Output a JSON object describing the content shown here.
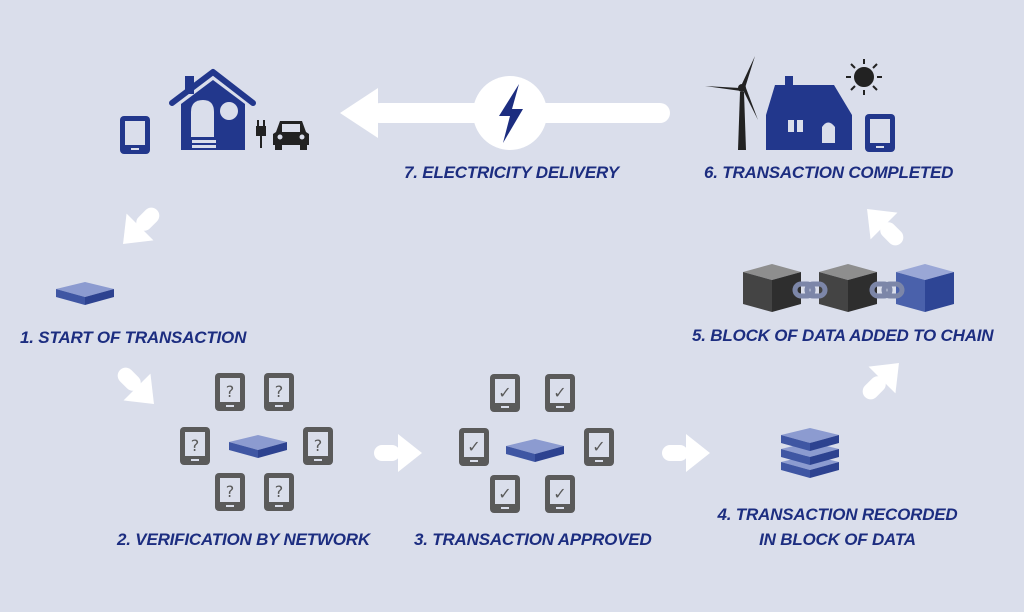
{
  "title": "Blockchain electricity transaction cycle",
  "colors": {
    "background": "#dadeeb",
    "label": "#1c2d80",
    "accent_blue": "#22378c",
    "block_blue": "#3f56a3",
    "device_gray": "#5a5a5a",
    "arrow": "#ffffff"
  },
  "steps": [
    {
      "number": "1.",
      "label": "1. START OF TRANSACTION",
      "icon": "data-block-icon"
    },
    {
      "number": "2.",
      "label": "2. VERIFICATION BY NETWORK",
      "icon": "tablet-question-icon",
      "device_mark": "?"
    },
    {
      "number": "3.",
      "label": "3. TRANSACTION APPROVED",
      "icon": "tablet-check-icon",
      "device_mark": "✓"
    },
    {
      "number": "4.",
      "label_line1": "4. TRANSACTION RECORDED",
      "label_line2": "IN BLOCK OF DATA",
      "icon": "stacked-blocks-icon"
    },
    {
      "number": "5.",
      "label": "5. BLOCK OF DATA ADDED TO CHAIN",
      "icon": "chained-blocks-icon"
    },
    {
      "number": "6.",
      "label": "6. TRANSACTION COMPLETED",
      "icon": "house-wind-sun-icon"
    },
    {
      "number": "7.",
      "label": "7. ELECTRICITY DELIVERY",
      "icon": "lightning-bolt-icon"
    }
  ]
}
